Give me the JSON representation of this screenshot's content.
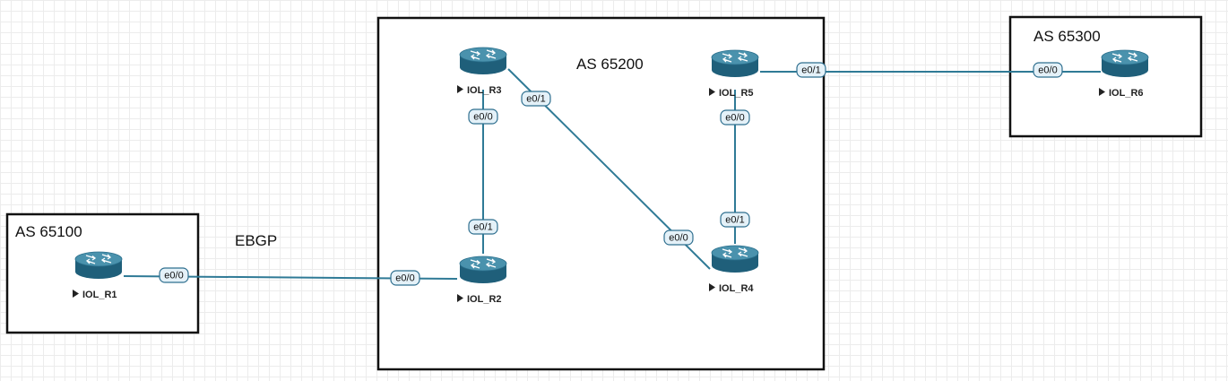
{
  "as_areas": [
    {
      "id": "as65100",
      "label": "AS 65100"
    },
    {
      "id": "as65200",
      "label": "AS 65200"
    },
    {
      "id": "as65300",
      "label": "AS 65300"
    }
  ],
  "annotations": [
    {
      "id": "ebgp",
      "text": "EBGP"
    }
  ],
  "nodes": [
    {
      "id": "r1",
      "label": "IOL_R1",
      "icon": "router-icon"
    },
    {
      "id": "r2",
      "label": "IOL_R2",
      "icon": "router-icon"
    },
    {
      "id": "r3",
      "label": "IOL_R3",
      "icon": "router-icon"
    },
    {
      "id": "r4",
      "label": "IOL_R4",
      "icon": "router-icon"
    },
    {
      "id": "r5",
      "label": "IOL_R5",
      "icon": "router-icon"
    },
    {
      "id": "r6",
      "label": "IOL_R6",
      "icon": "router-icon"
    }
  ],
  "links": [
    {
      "id": "r1-r2",
      "from": "r1",
      "to": "r2",
      "from_port": "e0/0",
      "to_port": "e0/0"
    },
    {
      "id": "r3-r2",
      "from": "r3",
      "to": "r2",
      "from_port": "e0/0",
      "to_port": "e0/1"
    },
    {
      "id": "r3-r4",
      "from": "r3",
      "to": "r4",
      "from_port": "e0/1",
      "to_port": "e0/0"
    },
    {
      "id": "r5-r4",
      "from": "r5",
      "to": "r4",
      "from_port": "e0/0",
      "to_port": "e0/1"
    },
    {
      "id": "r5-r6",
      "from": "r5",
      "to": "r6",
      "from_port": "e0/1",
      "to_port": "e0/0"
    }
  ],
  "colors": {
    "link": "#2f7a96",
    "router_top": "#4a92ad",
    "router_side": "#1f5f7a",
    "port_fill": "#e4f1f8"
  }
}
